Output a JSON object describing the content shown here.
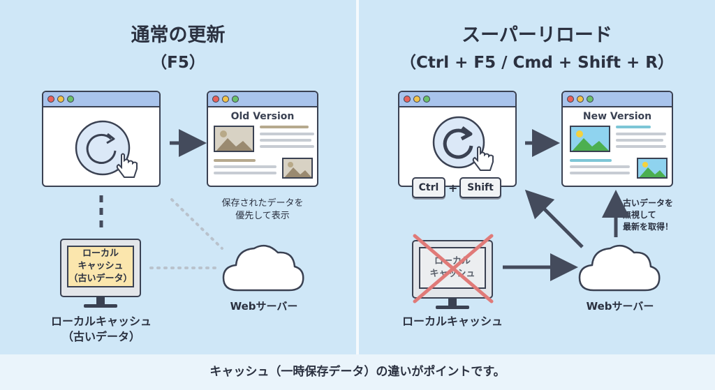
{
  "left": {
    "title": "通常の更新",
    "subtitle": "（F5）",
    "page_title": "Old Version",
    "caption": [
      "保存されたデータを",
      "優先して表示"
    ],
    "cache_screen": [
      "ローカル",
      "キャッシュ",
      "（古いデータ）"
    ],
    "cache_label": [
      "ローカルキャッシュ",
      "（古いデータ）"
    ],
    "server_label": "Webサーバー"
  },
  "right": {
    "title": "スーパーリロード",
    "subtitle": "（Ctrl + F5 / Cmd + Shift + R）",
    "page_title": "New Version",
    "key_ctrl": "Ctrl",
    "key_plus": "+",
    "key_shift": "Shift",
    "caption": [
      "古いデータを",
      "無視して",
      "最新を取得！"
    ],
    "cache_screen": [
      "ローカル",
      "キャッシュ"
    ],
    "cache_label": "ローカルキャッシュ",
    "server_label": "Webサーバー"
  },
  "footer": "キャッシュ（一時保存データ）の違いがポイントです。",
  "colors": {
    "panel_bg": "#cfe7f7",
    "outline": "#3a4152",
    "cross": "#e07a78",
    "window_bar": "#a9c4ec"
  }
}
